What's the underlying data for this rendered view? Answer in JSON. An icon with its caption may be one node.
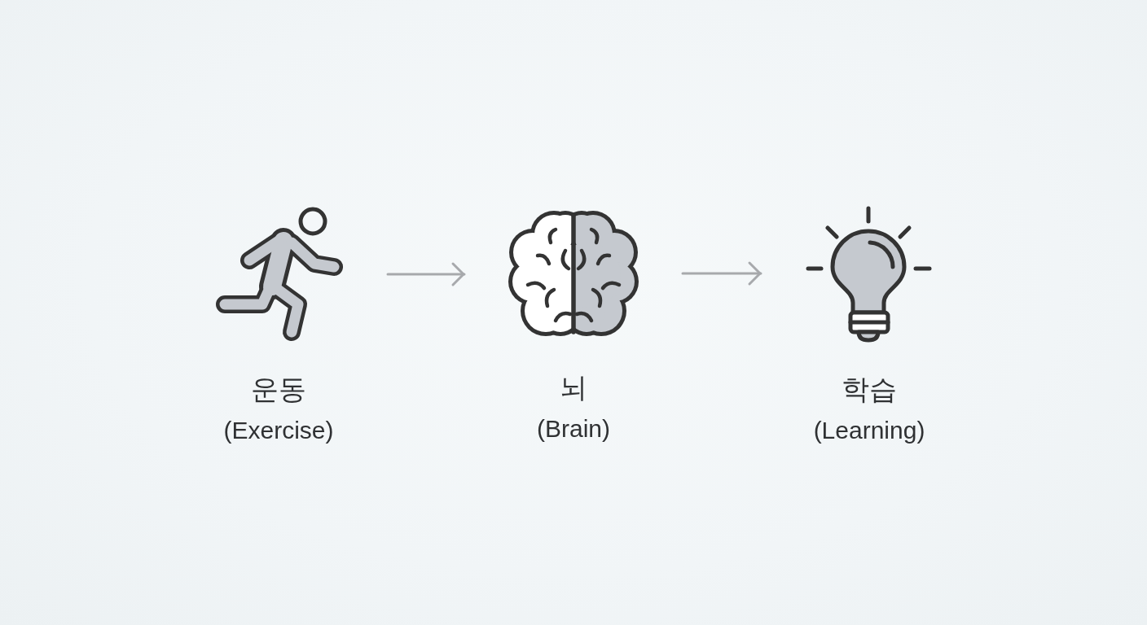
{
  "diagram": {
    "nodes": [
      {
        "text": [],
        "shape": "picture",
        "beside": [
          "운동",
          "(Exercise)"
        ]
      },
      {
        "text": [],
        "shape": "picture",
        "beside": [
          "뇌",
          "(Brain)"
        ]
      },
      {
        "text": [],
        "shape": "picture",
        "beside": [
          "학습",
          "(Learning)"
        ]
      }
    ],
    "edges": [
      {
        "from": 0,
        "to": 1,
        "arrow": "to"
      },
      {
        "from": 1,
        "to": 2,
        "arrow": "to"
      }
    ]
  }
}
